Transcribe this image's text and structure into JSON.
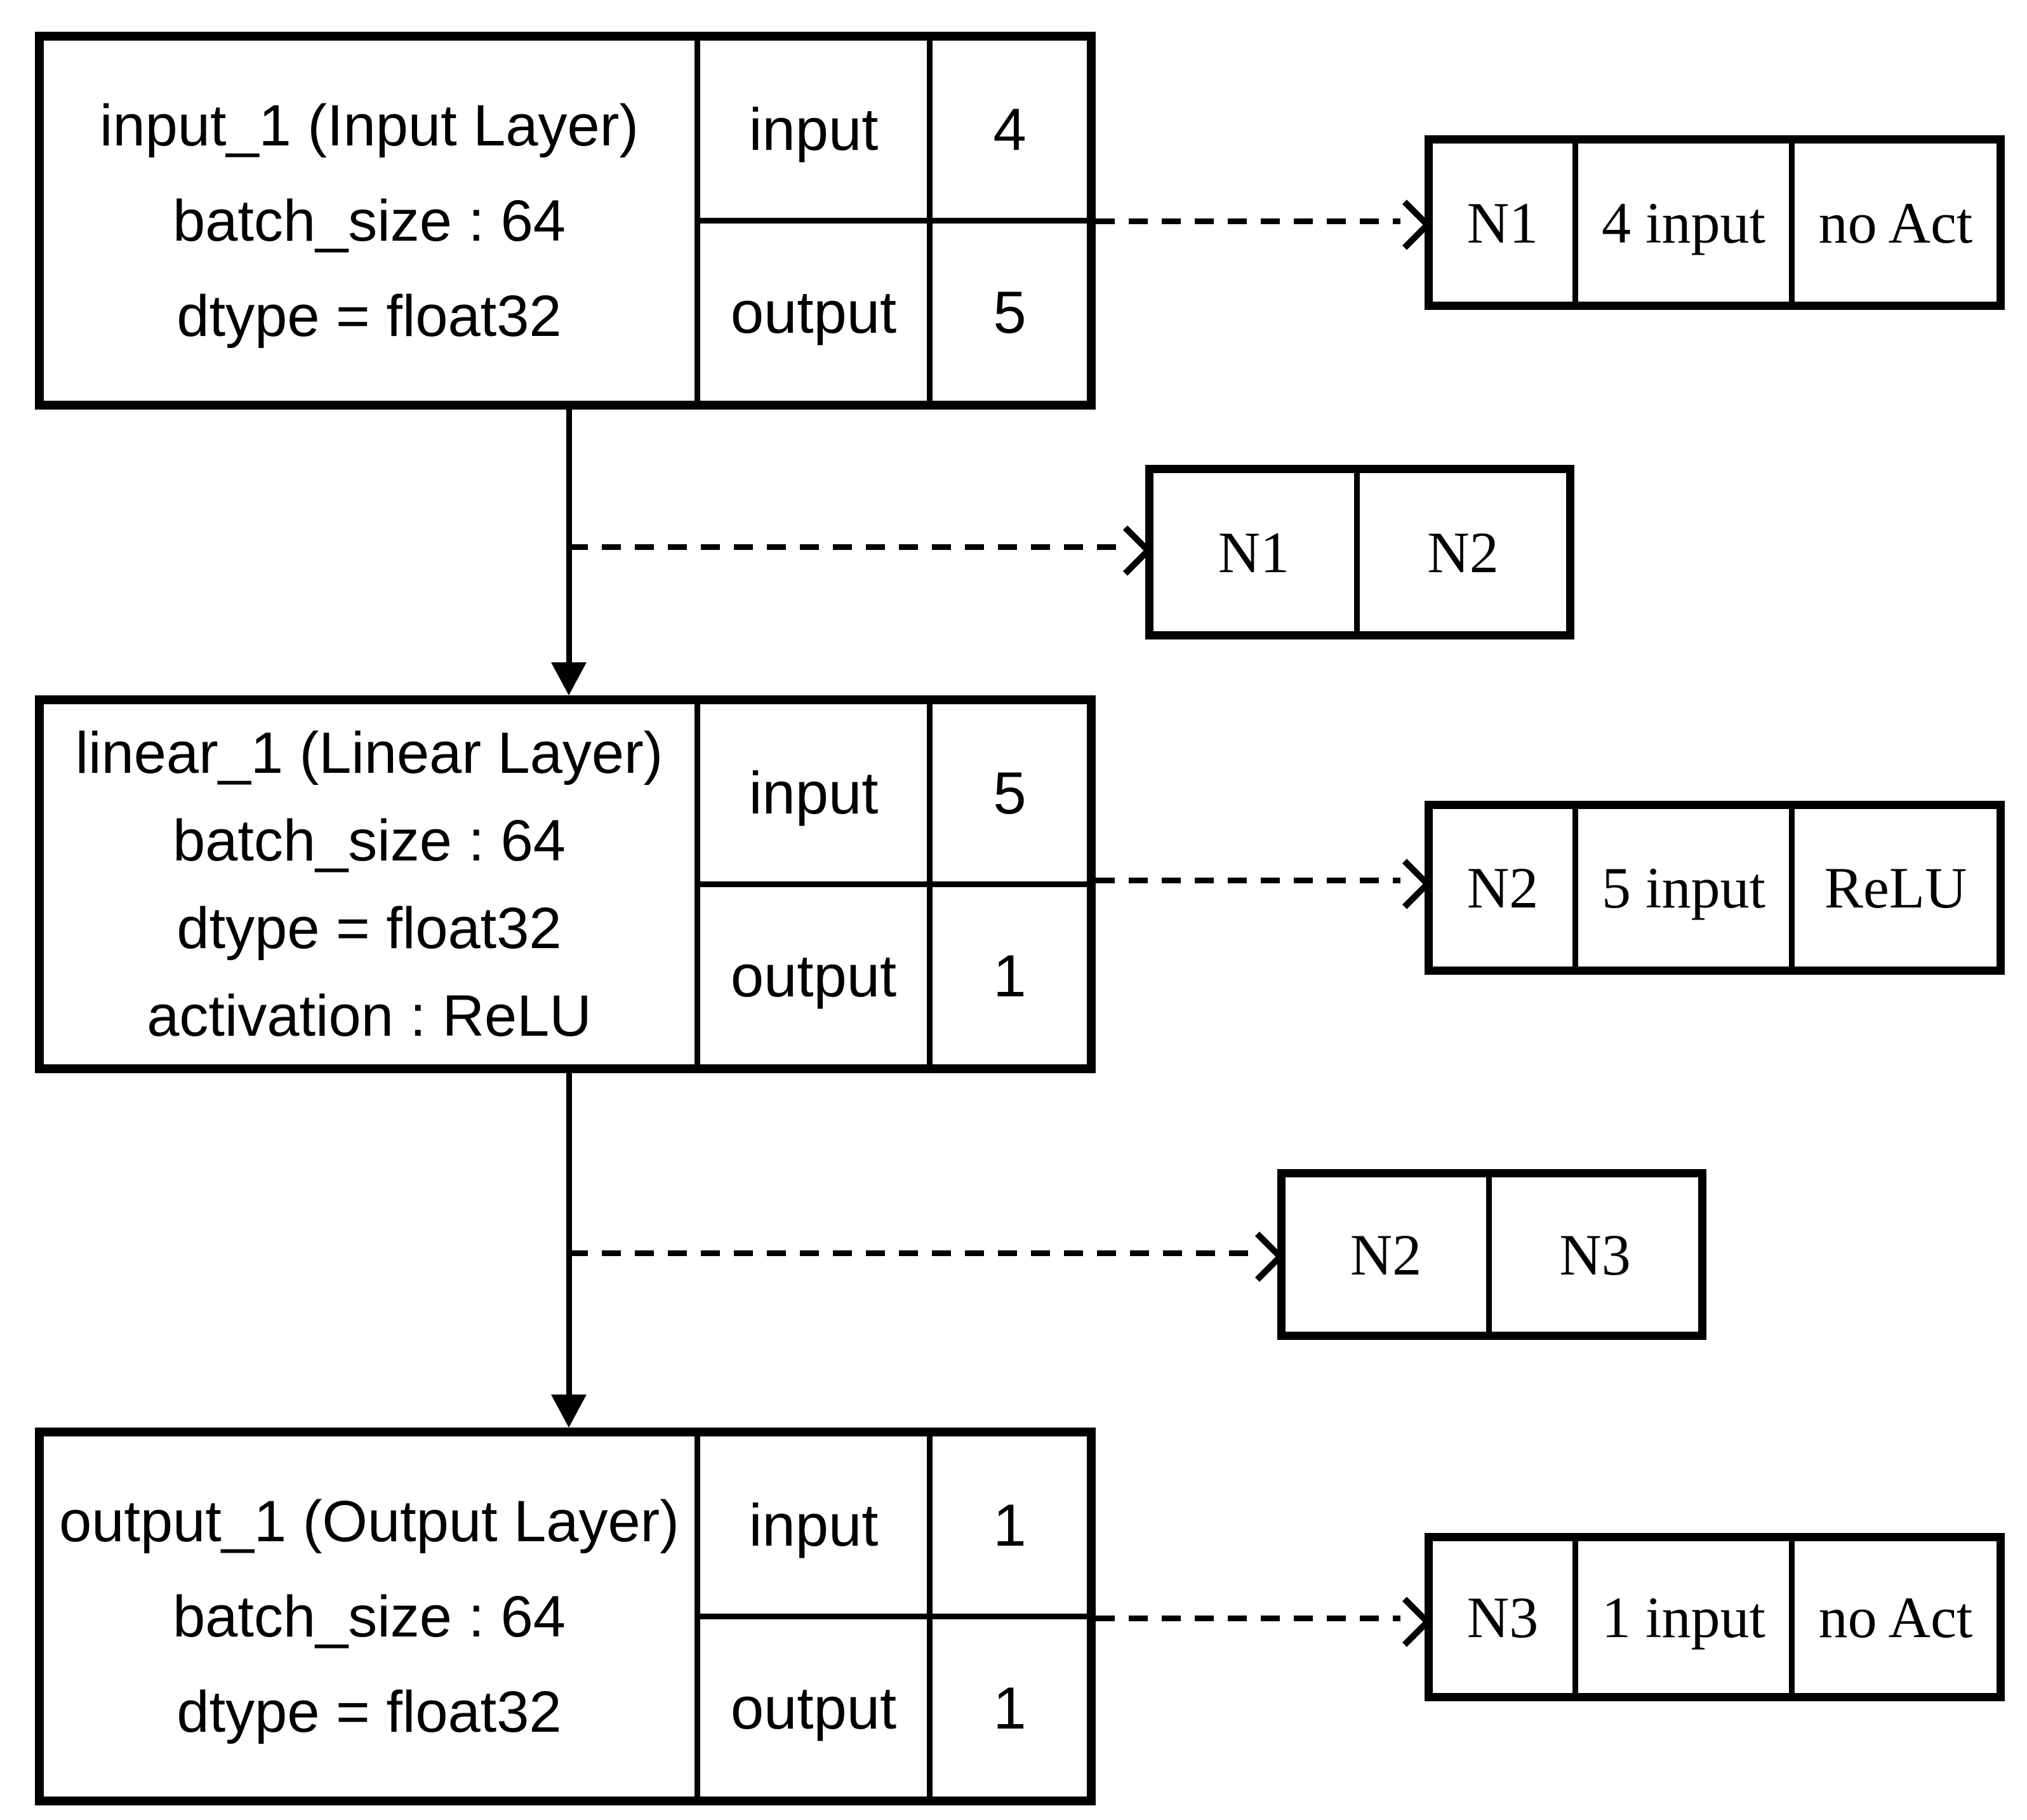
{
  "colors": {
    "ink": "#000000",
    "background": "#ffffff"
  },
  "layers": [
    {
      "lines": [
        "input_1 (Input Layer)",
        "batch_size : 64",
        "dtype = float32"
      ],
      "io": [
        {
          "label": "input",
          "value": "4"
        },
        {
          "label": "output",
          "value": "5"
        }
      ]
    },
    {
      "lines": [
        "linear_1 (Linear Layer)",
        "batch_size : 64",
        "dtype = float32",
        "activation : ReLU"
      ],
      "io": [
        {
          "label": "input",
          "value": "5"
        },
        {
          "label": "output",
          "value": "1"
        }
      ]
    },
    {
      "lines": [
        "output_1 (Output Layer)",
        "batch_size : 64",
        "dtype = float32"
      ],
      "io": [
        {
          "label": "input",
          "value": "1"
        },
        {
          "label": "output",
          "value": "1"
        }
      ]
    }
  ],
  "node_tables": [
    {
      "cells": [
        "N1",
        "4 input",
        "no Act"
      ]
    },
    {
      "cells": [
        "N1",
        "N2"
      ]
    },
    {
      "cells": [
        "N2",
        "5 input",
        "ReLU"
      ]
    },
    {
      "cells": [
        "N2",
        "N3"
      ]
    },
    {
      "cells": [
        "N3",
        "1 input",
        "no Act"
      ]
    }
  ]
}
